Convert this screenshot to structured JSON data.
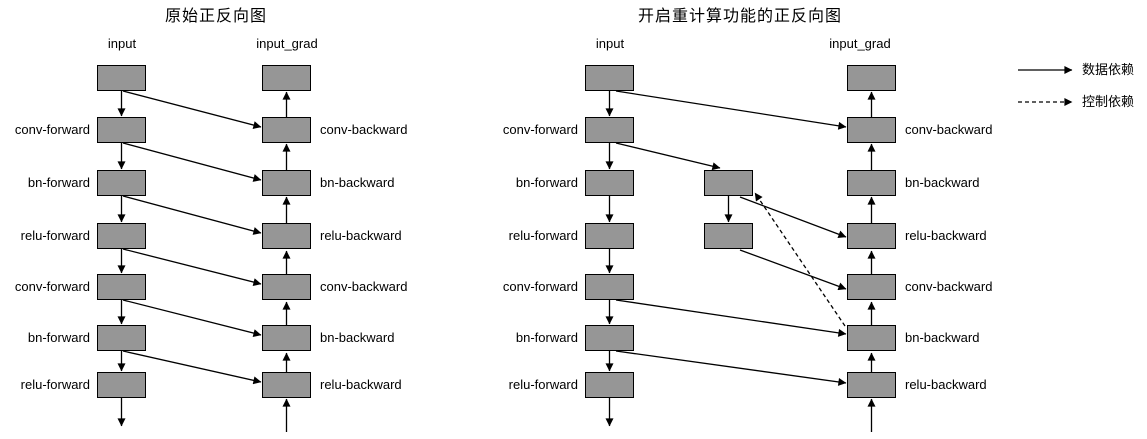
{
  "left_diagram": {
    "title": "原始正反向图",
    "forward_header": "input",
    "backward_header": "input_grad",
    "forward_labels": [
      "conv-forward",
      "bn-forward",
      "relu-forward",
      "conv-forward",
      "bn-forward",
      "relu-forward"
    ],
    "backward_labels": [
      "conv-backward",
      "bn-backward",
      "relu-backward",
      "conv-backward",
      "bn-backward",
      "relu-backward"
    ]
  },
  "right_diagram": {
    "title": "开启重计算功能的正反向图",
    "forward_header": "input",
    "backward_header": "input_grad",
    "forward_labels": [
      "conv-forward",
      "bn-forward",
      "relu-forward",
      "conv-forward",
      "bn-forward",
      "relu-forward"
    ],
    "backward_labels": [
      "conv-backward",
      "bn-backward",
      "relu-backward",
      "conv-backward",
      "bn-backward",
      "relu-backward"
    ]
  },
  "legend": {
    "data_dependency_label": "数据依赖",
    "control_dependency_label": "控制依赖"
  },
  "colors": {
    "node_fill": "#969696",
    "node_border": "#000000",
    "background": "#ffffff",
    "line": "#000000"
  }
}
